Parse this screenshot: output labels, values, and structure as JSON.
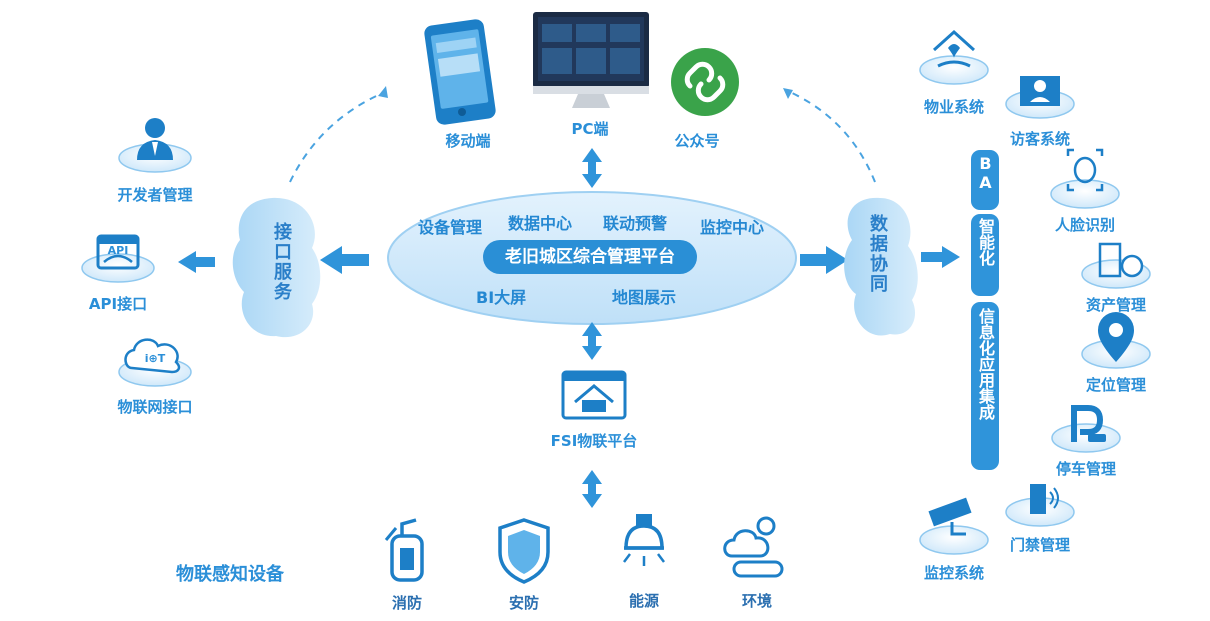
{
  "center": {
    "title": "老旧城区综合管理平台",
    "items": [
      "设备管理",
      "数据中心",
      "联动预警",
      "监控中心",
      "BI大屏",
      "地图展示"
    ]
  },
  "top_clients": [
    "移动端",
    "PC端",
    "公众号"
  ],
  "left_cloud": "接口服务",
  "right_cloud": "数据协同",
  "left_items": [
    "开发者管理",
    "API接口",
    "物联网接口"
  ],
  "api_icon_text": "API",
  "iot_icon_text": "i⊕T",
  "fsi_platform": "FSI物联平台",
  "devices": {
    "section_label": "物联感知设备",
    "items": [
      "消防",
      "安防",
      "能源",
      "环境"
    ]
  },
  "ba_bar": {
    "ba": "BA",
    "smart": "智能化",
    "info": "信息化应用集成"
  },
  "right_systems": [
    "物业系统",
    "访客系统",
    "人脸识别",
    "资产管理",
    "定位管理",
    "停车管理",
    "门禁管理",
    "监控系统"
  ],
  "colors": {
    "primary": "#2b8fd8",
    "pill": "#2a8fd6",
    "ellipse": "#cfe8fb",
    "cloud": "#bfe0f7",
    "green": "#3aa34a"
  }
}
